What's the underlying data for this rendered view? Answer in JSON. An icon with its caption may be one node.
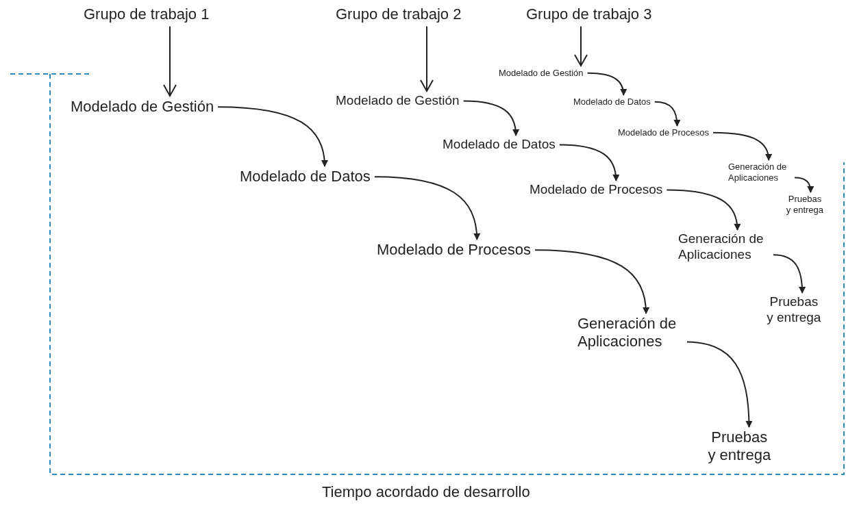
{
  "diagram": {
    "nodes": [
      {
        "text": [
          "Grupo de trabajo 1"
        ]
      },
      {
        "text": [
          "Modelado de Gestión"
        ]
      },
      {
        "text": [
          "Modelado de Datos"
        ]
      },
      {
        "text": [
          "Modelado de Procesos"
        ]
      },
      {
        "text": [
          "Generación de Aplicaciones"
        ]
      },
      {
        "text": [
          "Pruebas y entrega"
        ]
      },
      {
        "text": [
          "Grupo de trabajo 2"
        ]
      },
      {
        "text": [
          "Modelado de Gestión"
        ]
      },
      {
        "text": [
          "Modelado de Datos"
        ]
      },
      {
        "text": [
          "Modelado de Procesos"
        ]
      },
      {
        "text": [
          "Generación de Aplicaciones"
        ]
      },
      {
        "text": [
          "Pruebas y entrega"
        ]
      },
      {
        "text": [
          "Grupo de trabajo 3"
        ]
      },
      {
        "text": [
          "Modelado de Gestión"
        ]
      },
      {
        "text": [
          "Modelado de Datos"
        ]
      },
      {
        "text": [
          "Modelado de Procesos"
        ]
      },
      {
        "text": [
          "Generación de Aplicaciones"
        ]
      },
      {
        "text": [
          "Pruebas y entrega"
        ]
      }
    ],
    "edges": [
      {
        "from": 0,
        "to": 1,
        "arrow": "to"
      },
      {
        "from": 1,
        "to": 2,
        "arrow": "to"
      },
      {
        "from": 2,
        "to": 3,
        "arrow": "to"
      },
      {
        "from": 3,
        "to": 4,
        "arrow": "to"
      },
      {
        "from": 4,
        "to": 5,
        "arrow": "to"
      },
      {
        "from": 6,
        "to": 7,
        "arrow": "to"
      },
      {
        "from": 7,
        "to": 8,
        "arrow": "to"
      },
      {
        "from": 8,
        "to": 9,
        "arrow": "to"
      },
      {
        "from": 9,
        "to": 10,
        "arrow": "to"
      },
      {
        "from": 10,
        "to": 11,
        "arrow": "to"
      },
      {
        "from": 12,
        "to": 13,
        "arrow": "to"
      },
      {
        "from": 13,
        "to": 14,
        "arrow": "to"
      },
      {
        "from": 14,
        "to": 15,
        "arrow": "to"
      },
      {
        "from": 15,
        "to": 16,
        "arrow": "to"
      },
      {
        "from": 16,
        "to": 17,
        "arrow": "to"
      }
    ],
    "labels": [
      "Tiempo acordado de desarrollo"
    ]
  }
}
